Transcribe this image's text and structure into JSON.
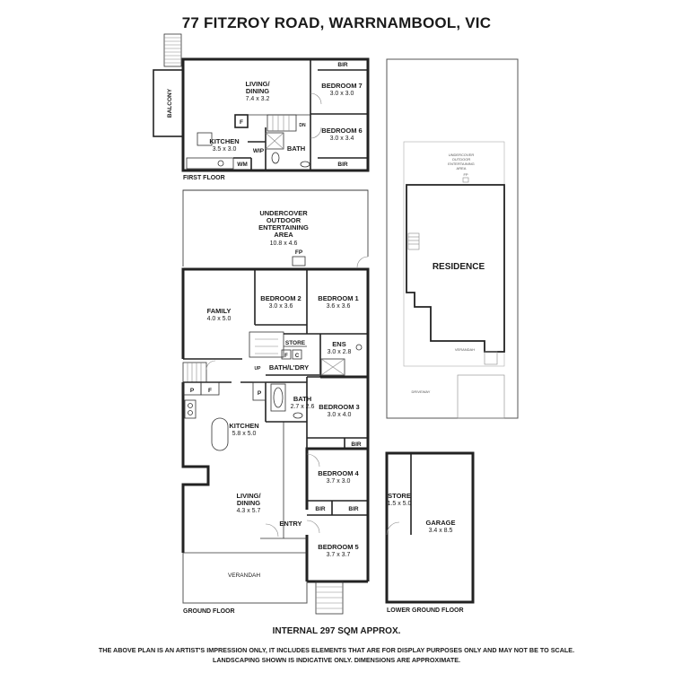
{
  "title": "77 FITZROY ROAD, WARRNAMBOOL, VIC",
  "floors": {
    "first": "FIRST FLOOR",
    "ground": "GROUND FLOOR",
    "lower": "LOWER GROUND FLOOR"
  },
  "first_floor": {
    "living_name_1": "LIVING/",
    "living_name_2": "DINING",
    "living_dim": "7.4 x 3.2",
    "bed7_name": "BEDROOM 7",
    "bed7_dim": "3.0 x 3.0",
    "bed6_name": "BEDROOM 6",
    "bed6_dim": "3.0 x 3.4",
    "kitchen_name": "KITCHEN",
    "kitchen_dim": "3.5 x 3.0",
    "balcony": "BALCONY",
    "bath": "BATH",
    "wip": "WIP",
    "wm": "WM",
    "f": "F",
    "dn": "DN",
    "bir_top": "BIR",
    "bir_bottom": "BIR"
  },
  "ground_floor": {
    "outdoor_1": "UNDERCOVER",
    "outdoor_2": "OUTDOOR",
    "outdoor_3": "ENTERTAINING",
    "outdoor_4": "AREA",
    "outdoor_dim": "10.8 x 4.6",
    "fp": "FP",
    "family_name": "FAMILY",
    "family_dim": "4.0 x 5.0",
    "bed2_name": "BEDROOM 2",
    "bed2_dim": "3.0 x 3.6",
    "bed1_name": "BEDROOM 1",
    "bed1_dim": "3.6 x 3.6",
    "store": "STORE",
    "ens_name": "ENS",
    "ens_dim": "3.0 x 2.8",
    "f": "F",
    "c": "C",
    "up": "UP",
    "bath_ldry": "BATH/L'DRY",
    "p1": "P",
    "f2": "F",
    "p2": "P",
    "bath_name": "BATH",
    "bath_dim": "2.7 x 2.6",
    "bed3_name": "BEDROOM 3",
    "bed3_dim": "3.0 x 4.0",
    "kitchen_name": "KITCHEN",
    "kitchen_dim": "5.8 x 5.0",
    "bir1": "BIR",
    "bed4_name": "BEDROOM 4",
    "bed4_dim": "3.7 x 3.0",
    "living_name_1": "LIVING/",
    "living_name_2": "DINING",
    "living_dim": "4.3 x 5.7",
    "bir2": "BIR",
    "bir3": "BIR",
    "entry": "ENTRY",
    "bed5_name": "BEDROOM 5",
    "bed5_dim": "3.7 x 3.7",
    "verandah": "VERANDAH"
  },
  "site": {
    "outdoor_1": "UNDERCOVER",
    "outdoor_2": "OUTDOOR",
    "outdoor_3": "ENTERTAINING",
    "outdoor_4": "AREA",
    "fp": "FP",
    "residence": "RESIDENCE",
    "verandah": "VERANDAH",
    "driveway": "DRIVEWAY"
  },
  "lower": {
    "store_name": "STORE",
    "store_dim": "1.5 x 5.0",
    "garage_name": "GARAGE",
    "garage_dim": "3.4 x 8.5"
  },
  "internal_area": "INTERNAL 297 SQM APPROX.",
  "disclaimer_1": "THE ABOVE PLAN IS AN ARTIST'S IMPRESSION ONLY, IT INCLUDES ELEMENTS THAT ARE FOR DISPLAY PURPOSES ONLY AND MAY NOT BE TO SCALE.",
  "disclaimer_2": "LANDSCAPING SHOWN IS INDICATIVE ONLY. DIMENSIONS ARE APPROXIMATE."
}
